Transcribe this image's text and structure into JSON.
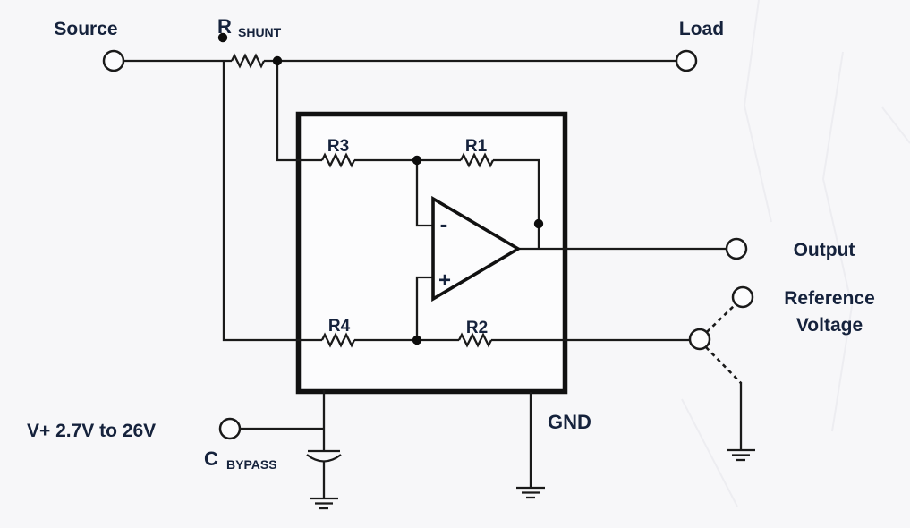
{
  "diagram": {
    "terminals": {
      "source": "Source",
      "load": "Load",
      "output": "Output",
      "reference_line1": "Reference",
      "reference_line2": "Voltage",
      "supply": "V+ 2.7V to 26V"
    },
    "components": {
      "r_shunt_prefix": "R",
      "r_shunt_sub": "SHUNT",
      "r1": "R1",
      "r2": "R2",
      "r3": "R3",
      "r4": "R4",
      "opamp_inverting": "-",
      "opamp_noninverting": "+",
      "gnd": "GND",
      "c_bypass_prefix": "C",
      "c_bypass_sub": "BYPASS"
    },
    "appearance": {
      "wire_color": "#1a1a1a",
      "label_color": "#15223c",
      "background": "#f7f7f9",
      "box_fill": "#fcfcfd",
      "box_stroke": "#111111"
    }
  }
}
